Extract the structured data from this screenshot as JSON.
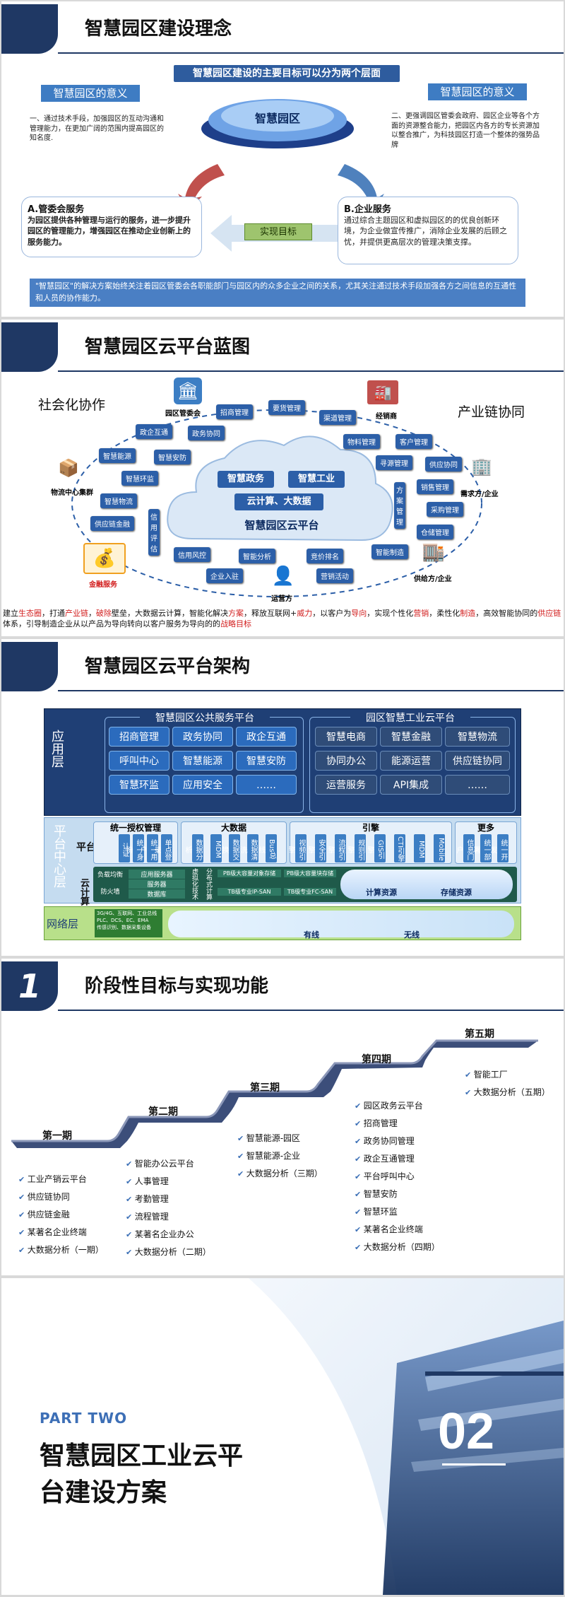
{
  "slide1": {
    "title": "智慧园区建设理念",
    "banner": "智慧园区建设的主要目标可以分为两个层面",
    "left_tag": "智慧园区的意义",
    "right_tag": "智慧园区的意义",
    "left_text": "一、通过技术手段，加强园区的互动沟通和管理能力，在更加广阔的范围内提高园区的知名度.",
    "right_text": "二、更强调园区管委会政府、园区企业等各个方面的资源整合能力，把园区内各方的专长资源加以整合推广，为科技园区打造一个整体的强势品牌",
    "center": "智慧园区",
    "mid_label": "实现目标",
    "a_title": "A.管委会服务",
    "a_text": "为园区提供各种管理与运行的服务，进一步提升园区的管理能力，增强园区在推动企业创新上的服务能力。",
    "b_title": "B.企业服务",
    "b_text": "通过综合主题园区和虚拟园区的的优良创新环境，为企业做宣传推广，消除企业发展的后顾之忧，并提供更高层次的管理决策支撑。",
    "footer": "\"智慧园区\"的解决方案始终关注着园区管委会各职能部门与园区内的众多企业之间的关系，尤其关注通过技术手段加强各方之间信息的互通性和人员的协作能力。"
  },
  "slide2": {
    "title": "智慧园区云平台蓝图",
    "left_heading": "社会化协作",
    "right_heading": "产业链协同",
    "cloud_title": "智慧园区云平台",
    "cloud_items": [
      "智慧政务",
      "智慧工业",
      "云计算、大数据"
    ],
    "actors": [
      "园区管委会",
      "经销商",
      "物流中心集群",
      "需求方/企业",
      "金融服务",
      "供给方/企业",
      "运营方"
    ],
    "bubbles": [
      "招商管理",
      "要货管理",
      "渠道管理",
      "政企互通",
      "政务协同",
      "物料管理",
      "客户管理",
      "智慧能源",
      "智慧安防",
      "寻源管理",
      "供应协同",
      "智慧环监",
      "销售管理",
      "智慧物流",
      "采购管理",
      "供应链金融",
      "仓储管理",
      "信用评估",
      "信用风控",
      "智能分析",
      "竞价排名",
      "智能制造",
      "企业入驻",
      "营销活动",
      "方案管理"
    ],
    "footer_segments": [
      "建立",
      "生态圈",
      "，打通",
      "产业链",
      "，",
      "破除",
      "壁垒，大数据云计算，智能化解决",
      "方案",
      "，释放互联网+",
      "威力",
      "，以客户为",
      "导向",
      "，实现个性化",
      "营销",
      "，柔性化",
      "制造",
      "，高效智能协同的",
      "供应链",
      "体系，引导制造企业从以产品为导向转向以客户服务为导向的的",
      "战略目标"
    ]
  },
  "slide3": {
    "title": "智慧园区云平台架构",
    "layer_app": "应用层",
    "layer_platform": "平台中心层",
    "layer_net": "网络层",
    "public_title": "智慧园区公共服务平台",
    "public_cells": [
      "招商管理",
      "政务协同",
      "政企互通",
      "呼叫中心",
      "智慧能源",
      "智慧安防",
      "智慧环监",
      "应用安全",
      "……"
    ],
    "industry_title": "园区智慧工业云平台",
    "industry_cells": [
      "智慧电商",
      "智慧金融",
      "智慧物流",
      "协同办公",
      "能源运营",
      "供应链协同",
      "运营服务",
      "API集成",
      "……"
    ],
    "platform_label": "平台",
    "compute_label": "云计算",
    "groups": [
      "统一授权管理",
      "大数据",
      "引擎",
      "更多"
    ],
    "auth_cells": [
      "认证",
      "统一身份",
      "统一用户",
      "单点登录"
    ],
    "bigdata_cells": [
      "数据分析",
      "MDM",
      "数据交换",
      "数据清洗",
      "Bus总线"
    ],
    "engine_cells": [
      "视频引擎",
      "安全引擎",
      "流程引擎",
      "规则引擎",
      "GIS引擎",
      "CTI引擎",
      "MDM",
      "Mobile"
    ],
    "more_cells": [
      "信息门户",
      "统一部署",
      "统一开发"
    ],
    "compute_items": [
      "负载均衡",
      "防火墙",
      "应用服务器",
      "服务器",
      "数据库",
      "虚拟化技术",
      "分布式计算",
      "PB级大容量对象存储",
      "TB级专业IP-SAN",
      "PB级大容量块存储",
      "TB级专业FC-SAN"
    ],
    "compute_labels": [
      "计算资源",
      "存储资源"
    ],
    "net_items": [
      "3G/4G、互联网、工业总线",
      "PLC、DCS、EC、EMA",
      "传感识别、数据采集设备"
    ],
    "net_labels": [
      "有线",
      "无线"
    ]
  },
  "slide4": {
    "num": "1",
    "title": "阶段性目标与实现功能",
    "stages": [
      {
        "name": "第一期",
        "items": [
          "工业产销云平台",
          "供应链协同",
          "供应链金融",
          "某著名企业终端",
          "大数据分析（一期）"
        ]
      },
      {
        "name": "第二期",
        "items": [
          "智能办公云平台",
          "人事管理",
          "考勤管理",
          "流程管理",
          "某著名企业办公",
          "大数据分析（二期）"
        ]
      },
      {
        "name": "第三期",
        "items": [
          "智慧能源-园区",
          "智慧能源-企业",
          "大数据分析（三期）"
        ]
      },
      {
        "name": "第四期",
        "items": [
          "园区政务云平台",
          "招商管理",
          "政务协同管理",
          "政企互通管理",
          "平台呼叫中心",
          "智慧安防",
          "智慧环监",
          "某著名企业终端",
          "大数据分析（四期）"
        ]
      },
      {
        "name": "第五期",
        "items": [
          "智能工厂",
          "大数据分析（五期）"
        ]
      }
    ]
  },
  "slide5": {
    "part": "PART TWO",
    "title_line1": "智慧园区工业云平",
    "title_line2": "台建设方案",
    "num": "02"
  },
  "colors": {
    "navy": "#1f3864",
    "accent": "#2e5c9e",
    "red": "#d21f1f"
  }
}
